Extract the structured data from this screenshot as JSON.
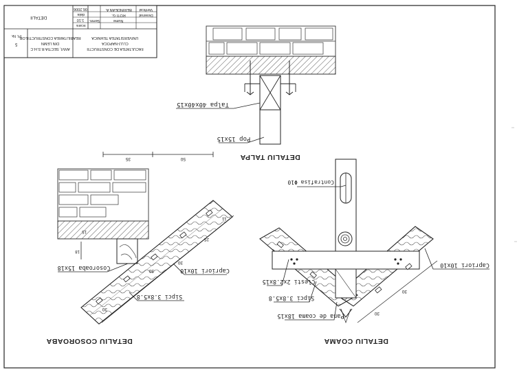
{
  "title_block": {
    "verificat_label": "Verificat",
    "verificat_name": "BERINDEAN A.",
    "desenat_label": "Desenat",
    "desenat_name": "ROTI G.",
    "nume_label": "Nume",
    "semn_label": "Semn.",
    "scara_label": "scara",
    "scara_value": "1:10",
    "data_label": "data",
    "data_value": "06.2006",
    "university_line1": "UNIVERSITATEA TEHNICA",
    "university_line2": "CLUJ-NAPOCA",
    "university_line3": "FACULTATEA DE CONSTRUCTII",
    "project_line1": "REABILITAREA CONSTRUCTIILOR",
    "project_line2": "DIN LEMN",
    "project_line3": "ANVI, SECTIA R.S.H.C",
    "sheet_title": "DETALII",
    "plansa_label": "Pl. Nr.",
    "plansa_value": "5"
  },
  "detail_talpa": {
    "title": "DETALIU TALPA",
    "talpa_label": "Talpa 40x40x15",
    "pop_label": "Pop 15x15"
  },
  "detail_coama": {
    "title": "DETALIU COAMA",
    "contrafisa_label": "Contrafisa Φ10",
    "capriori_label": "Capriori 10x10",
    "clesti_label": "Clesti 2x2.8x15",
    "sipci_label": "Sipci 3.8x5.8",
    "pana_label": "Pana de coama 18x15",
    "dim_30a": "30",
    "dim_30b": "30"
  },
  "detail_cosoroaba": {
    "title": "DETALIU COSOROABA",
    "cosoroaba_label": "Cosoroaba 15x18",
    "capriori_label": "Capriori 10x10",
    "sipci_label": "Sipci 3.8x5.8",
    "dim_35": "35",
    "dim_50": "50",
    "dim_15": "15",
    "dim_25": "25",
    "dim_30a": "30",
    "dim_30b": "30",
    "dim_30c": "30",
    "dim_11": "11",
    "dim_18": "18"
  }
}
